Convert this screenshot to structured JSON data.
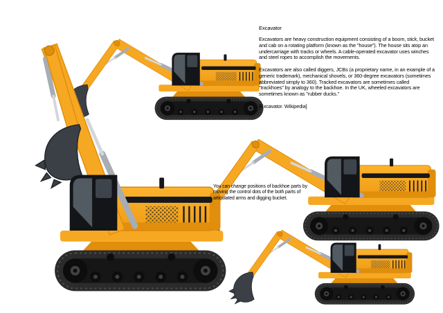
{
  "article": {
    "title": "Excavator",
    "paragraphs": [
      "Excavators are heavy construction equipment consisting of a boom, stick, bucket and cab on a rotating platform (known as the \"house\"). The house sits atop an undercarriage with tracks or wheels. A cable-operated excavator uses winches and steel ropes to accomplish the movements.",
      "Excavators are also called diggers, JCBs (a proprietary name, in an example of a generic trademark), mechanical shovels, or 360-degree excavators (sometimes abbreviated simply to 360). Tracked excavators are sometimes called \"trackhoes\" by analogy to the backhoe. In the UK, wheeled excavators are sometimes known as \"rubber ducks.\""
    ],
    "citation": "[Excavator. Wikipedia]"
  },
  "note": {
    "text": "You can change positions of backhoe parts by moving the control dots of the both parts of articulated arms and digging bucket."
  },
  "clipart": {
    "items": [
      {
        "id": "excavator-large",
        "pose": "boom-raised"
      },
      {
        "id": "excavator-top",
        "pose": "arm-reaching"
      },
      {
        "id": "excavator-right",
        "pose": "arm-reaching"
      },
      {
        "id": "excavator-bottom",
        "pose": "arm-reaching"
      }
    ],
    "colors": {
      "body": "#F7A823",
      "body_dark": "#E08E0B",
      "track": "#2B2B2B",
      "track_inner": "#161616",
      "wheel": "#0D0D0D",
      "hub": "#3F4145",
      "cab": "#131519",
      "glass": "#525A62",
      "glass_dark": "#3D444B",
      "bucket": "#3B4046",
      "cylinder": "#A7ADB4",
      "piston": "#D3D7DB",
      "stripe": "#17181C"
    }
  }
}
